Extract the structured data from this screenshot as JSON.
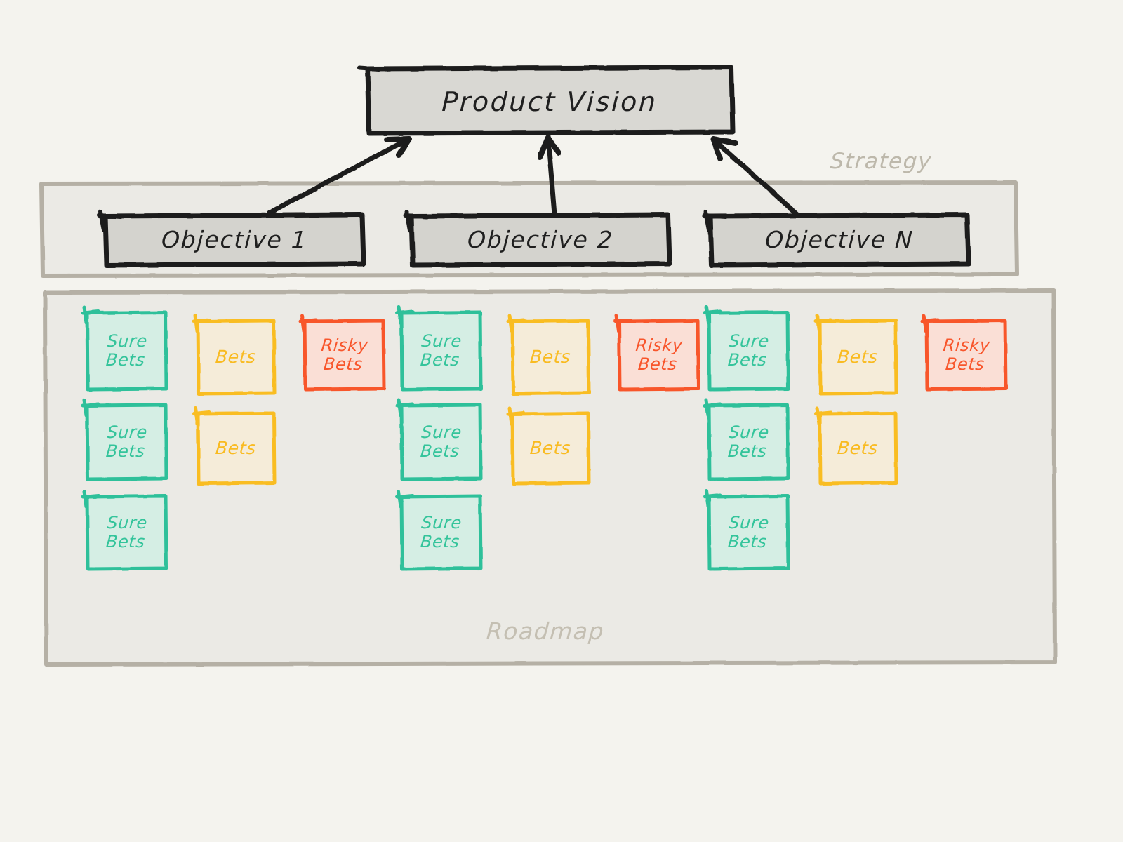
{
  "page": {
    "background": "#f4f3ee",
    "title": "Product Vision / Strategy / Roadmap diagram"
  },
  "vision": {
    "label": "Product Vision",
    "fill": "#d9d8d3",
    "stroke": "#1f1f1f"
  },
  "strategy_panel": {
    "caption": "Strategy",
    "caption_color": "#bdb8ab",
    "fill": "#ebeae5",
    "stroke": "#b5b0a5",
    "objectives": [
      {
        "label": "Objective 1",
        "fill": "#d4d3ce",
        "stroke": "#1f1f1f"
      },
      {
        "label": "Objective 2",
        "fill": "#d4d3ce",
        "stroke": "#1f1f1f"
      },
      {
        "label": "Objective N",
        "fill": "#d4d3ce",
        "stroke": "#1f1f1f"
      }
    ]
  },
  "roadmap_panel": {
    "caption": "Roadmap",
    "caption_color": "#c4bfb2",
    "fill": "#ebeae5",
    "stroke": "#b5b0a5",
    "card_types": {
      "sure": {
        "label": "Sure Bets",
        "stroke": "#2fc09a",
        "fill": "#d5eee4",
        "text": "#34c49b"
      },
      "bets": {
        "label": "Bets",
        "stroke": "#f9bd24",
        "fill": "#f5ecd9",
        "text": "#f9bb21"
      },
      "risky": {
        "label": "Risky Bets",
        "stroke": "#f8562c",
        "fill": "#fadfd6",
        "text": "#f8562c"
      }
    },
    "groups": [
      {
        "objective": "Objective 1",
        "columns": [
          {
            "type": "sure",
            "label": "Sure Bets",
            "count": 3
          },
          {
            "type": "bets",
            "label": "Bets",
            "count": 2
          },
          {
            "type": "risky",
            "label": "Risky Bets",
            "count": 1
          }
        ]
      },
      {
        "objective": "Objective 2",
        "columns": [
          {
            "type": "sure",
            "label": "Sure Bets",
            "count": 3
          },
          {
            "type": "bets",
            "label": "Bets",
            "count": 2
          },
          {
            "type": "risky",
            "label": "Risky Bets",
            "count": 1
          }
        ]
      },
      {
        "objective": "Objective N",
        "columns": [
          {
            "type": "sure",
            "label": "Sure Bets",
            "count": 3
          },
          {
            "type": "bets",
            "label": "Bets",
            "count": 2
          },
          {
            "type": "risky",
            "label": "Risky Bets",
            "count": 1
          }
        ]
      }
    ]
  },
  "arrows": {
    "color": "#1f1f1f",
    "items": [
      {
        "name": "arrow-objective-1-to-vision"
      },
      {
        "name": "arrow-objective-2-to-vision"
      },
      {
        "name": "arrow-objective-n-to-vision"
      }
    ]
  }
}
